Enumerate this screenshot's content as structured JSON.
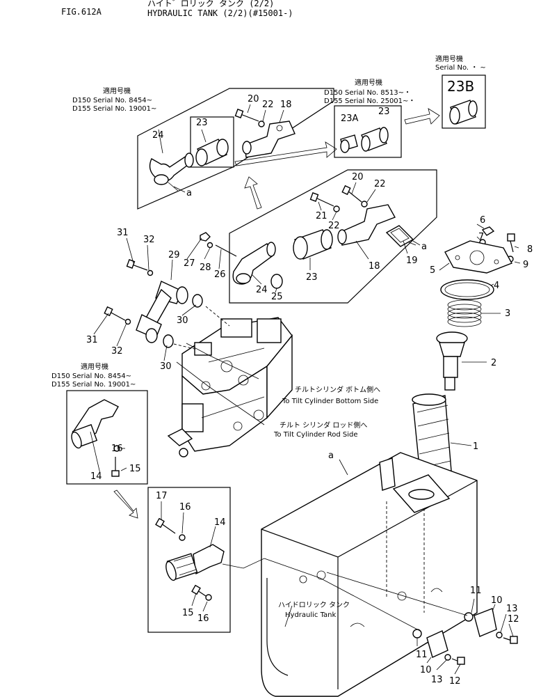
{
  "header": {
    "fig_number": "FIG.612A",
    "title_jp": "ハイト゛ロリック タンク (2/2)",
    "title_en": "HYDRAULIC TANK (2/2)(#15001-)"
  },
  "serial_boxes": {
    "top_left": {
      "jp": "適用号機",
      "line1": "D150  Serial No. 8454~",
      "line2": "D155  Serial No. 19001~"
    },
    "top_middle": {
      "jp": "適用号機",
      "line1": "D150  Serial No. 8513~・",
      "line2": "D155  Serial No. 25001~・"
    },
    "top_right": {
      "jp": "適用号機",
      "line1": "Serial No.   ・  ~"
    },
    "left_middle": {
      "jp": "適用号機",
      "line1": "D150  Serial No. 8454~",
      "line2": "D155  Serial No. 19001~"
    }
  },
  "callouts": {
    "tilt_bottom_jp": "チルトシリンダ ボトム側へ",
    "tilt_bottom_en": "To Tilt Cylinder Bottom Side",
    "tilt_rod_jp": "チルト シリンダ ロッド側へ",
    "tilt_rod_en": "To Tilt Cylinder Rod Side",
    "tank_jp": "ハイドロリック タンク",
    "tank_en": "Hydraulic Tank",
    "ref_a": "a"
  },
  "part_numbers": {
    "p1": "1",
    "p2": "2",
    "p3": "3",
    "p4": "4",
    "p5": "5",
    "p6": "6",
    "p7": "7",
    "p8": "8",
    "p9": "9",
    "p10": "10",
    "p11": "11",
    "p12": "12",
    "p13": "13",
    "p14": "14",
    "p15": "15",
    "p16": "16",
    "p17": "17",
    "p18": "18",
    "p19": "19",
    "p20": "20",
    "p21": "21",
    "p22": "22",
    "p23": "23",
    "p23a": "23A",
    "p23b": "23B",
    "p24": "24",
    "p25": "25",
    "p26": "26",
    "p27": "27",
    "p28": "28",
    "p29": "29",
    "p30": "30",
    "p31": "31",
    "p32": "32"
  }
}
